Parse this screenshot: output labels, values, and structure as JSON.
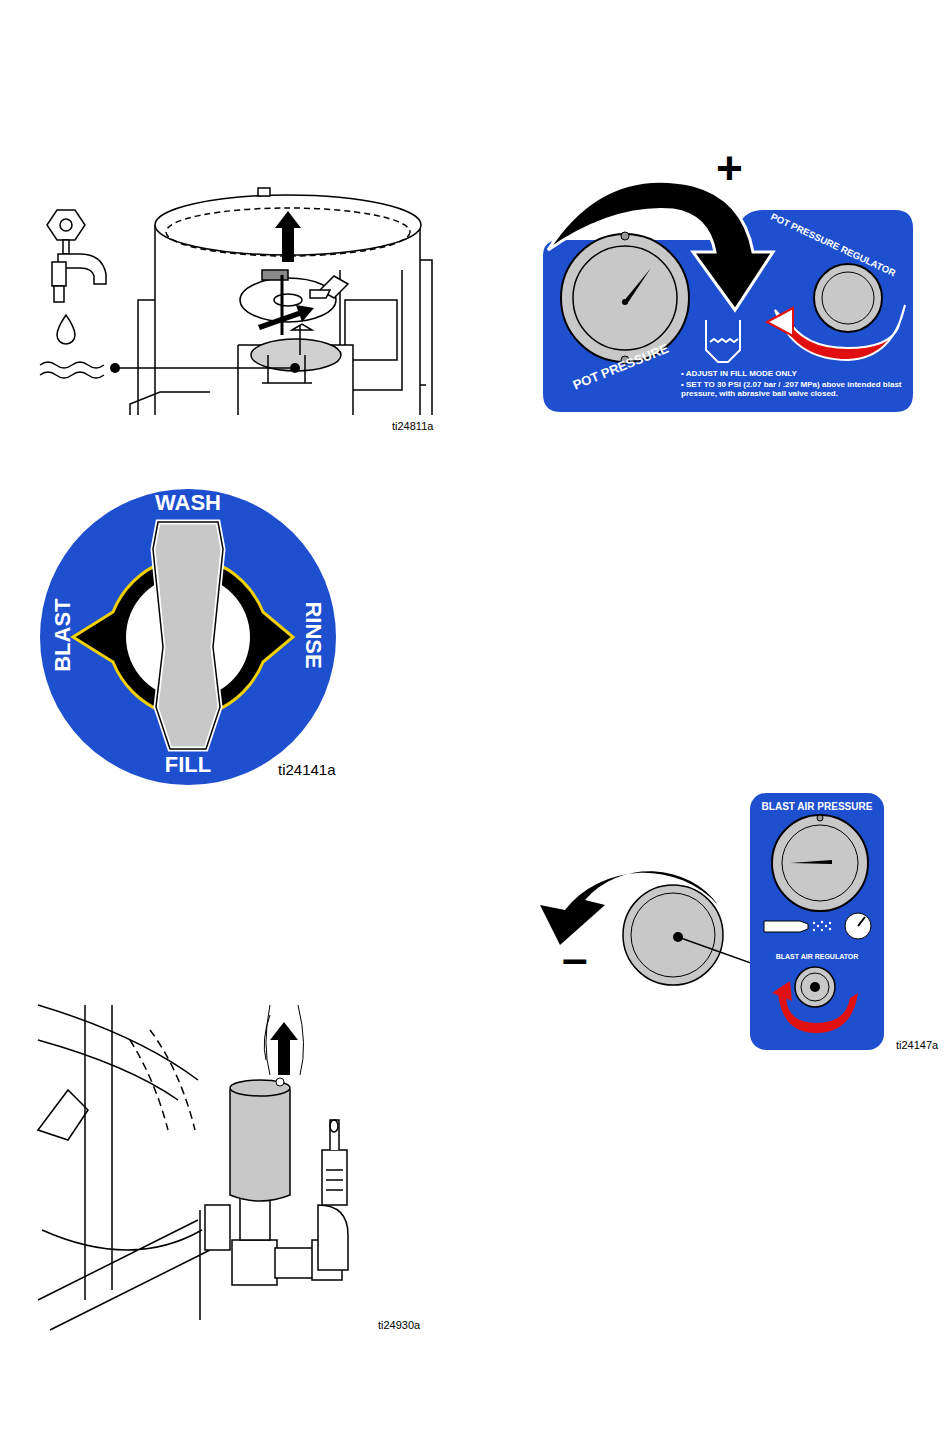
{
  "diagram": {
    "nodes": [
      {
        "text": [
          "POT PRESSURE",
          "POT PRESSURE REGULATOR",
          "• ADJUST IN FILL MODE ONLY",
          "• SET TO 30 PSI (2.07 bar / .207 MPa) above intended blast pressure, with abrasive ball valve closed."
        ]
      },
      {
        "text": [
          "WASH",
          "BLAST",
          "RINSE",
          "FILL"
        ]
      },
      {
        "text": [
          "BLAST AIR PRESSURE",
          "BLAST AIR REGULATOR"
        ]
      }
    ],
    "labels": [
      "ti24811a",
      "+",
      "ti24141a",
      "–",
      "ti24147a",
      "ti24930a"
    ]
  }
}
